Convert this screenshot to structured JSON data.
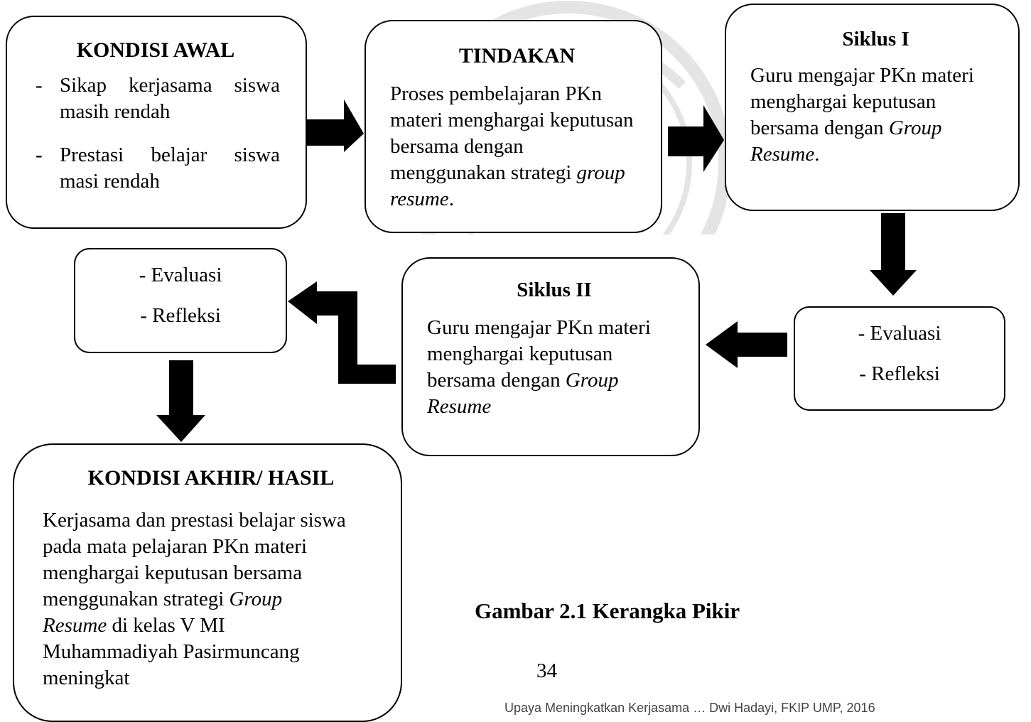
{
  "kondisi_awal": {
    "title": "KONDISI AWAL",
    "items": [
      {
        "dash": "-",
        "text": "Sikap kerjasama siswa masih rendah"
      },
      {
        "dash": "-",
        "text": "Prestasi belajar siswa masi rendah"
      }
    ]
  },
  "tindakan": {
    "title": "TINDAKAN",
    "text_plain": "Proses pembelajaran PKn materi menghargai keputusan bersama dengan menggunakan strategi",
    "text_italic": "group resume",
    "text_end": "."
  },
  "siklus1": {
    "title": "Siklus I",
    "text_plain": "Guru mengajar PKn materi menghargai keputusan bersama dengan",
    "text_italic": "Group Resume",
    "text_end": "."
  },
  "eval_right": {
    "line1": "- Evaluasi",
    "line2": "- Refleksi"
  },
  "siklus2": {
    "title": "Siklus II",
    "text_plain": "Guru mengajar PKn materi menghargai keputusan bersama dengan",
    "text_italic": "Group Resume"
  },
  "eval_left": {
    "line1": "- Evaluasi",
    "line2": "- Refleksi"
  },
  "kondisi_akhir": {
    "title": "KONDISI AKHIR/ HASIL",
    "text_plain": "Kerjasama dan prestasi belajar siswa pada mata pelajaran PKn materi menghargai keputusan bersama menggunakan strategi",
    "text_italic": "Group Resume",
    "text_end": "di kelas V MI Muhammadiyah Pasirmuncang meningkat"
  },
  "caption": "Gambar 2.1 Kerangka Pikir",
  "page_number": "34",
  "footer": "Upaya Meningkatkan Kerjasama … Dwi Hadayi, FKIP UMP, 2016"
}
